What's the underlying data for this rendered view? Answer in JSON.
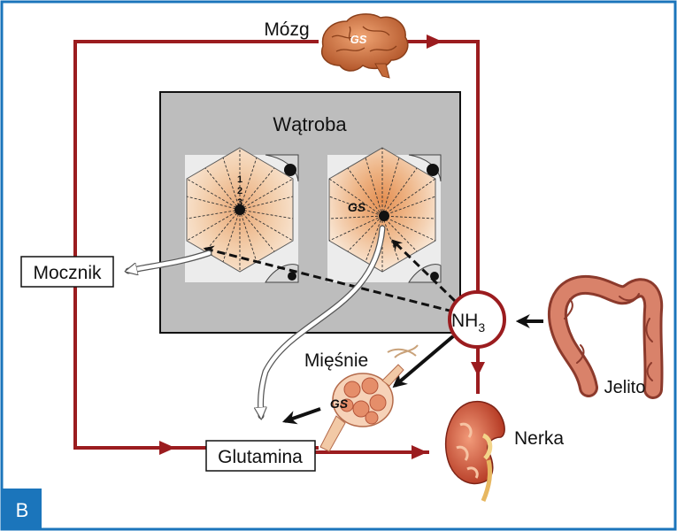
{
  "panel_letter": "B",
  "labels": {
    "brain": "Mózg",
    "liver": "Wątroba",
    "urea": "Mocznik",
    "ammonia_base": "NH",
    "ammonia_sub": "3",
    "muscles": "Mięśnie",
    "glutamine": "Glutamina",
    "kidney": "Nerka",
    "intestine": "Jelito",
    "gs_brain": "GS",
    "gs_liver": "GS",
    "gs_muscle": "GS"
  },
  "lobule_zones": [
    "1",
    "2",
    "3"
  ],
  "colors": {
    "frame": "#1b75bb",
    "circulation": "#9b1c1f",
    "liver_box": "#bdbdbd",
    "lobule_light": "#f5d9bf",
    "lobule_dark": "#e9a774",
    "black_arrow": "#111111",
    "white_arrow": "#ffffff"
  }
}
